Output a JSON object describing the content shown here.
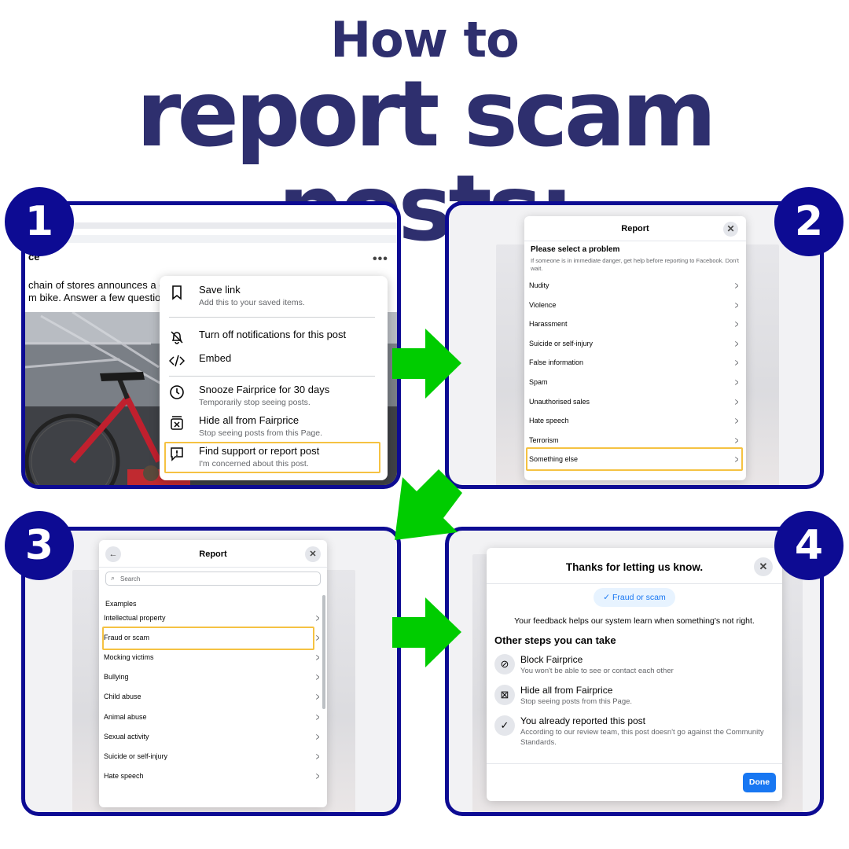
{
  "heading": {
    "line1": "How to",
    "line2": "report scam posts:"
  },
  "badges": [
    "1",
    "2",
    "3",
    "4"
  ],
  "colors": {
    "navy": "#0d0b93",
    "title": "#2e2f6e",
    "arrow": "#00cc00",
    "highlight": "#f5c242",
    "fb_blue": "#1877f2"
  },
  "step1": {
    "post_name_fragment": "ce",
    "post_text_line1": "chain of stores announces a c",
    "post_text_line2": "m bike. Answer a few questior",
    "menu": [
      {
        "label": "Save link",
        "sub": "Add this to your saved items.",
        "icon": "bookmark-icon"
      },
      {
        "label": "Turn off notifications for this post",
        "sub": "",
        "icon": "bell-off-icon"
      },
      {
        "label": "Embed",
        "sub": "",
        "icon": "code-icon"
      },
      {
        "label": "Snooze Fairprice for 30 days",
        "sub": "Temporarily stop seeing posts.",
        "icon": "clock-icon"
      },
      {
        "label": "Hide all from Fairprice",
        "sub": "Stop seeing posts from this Page.",
        "icon": "hide-box-icon"
      },
      {
        "label": "Find support or report post",
        "sub": "I'm concerned about this post.",
        "icon": "report-icon"
      }
    ]
  },
  "step2": {
    "title": "Report",
    "heading": "Please select a problem",
    "note": "If someone is in immediate danger, get help before reporting to Facebook. Don't wait.",
    "items": [
      "Nudity",
      "Violence",
      "Harassment",
      "Suicide or self-injury",
      "False information",
      "Spam",
      "Unauthorised sales",
      "Hate speech",
      "Terrorism",
      "Something else"
    ]
  },
  "step3": {
    "title": "Report",
    "search_placeholder": "Search",
    "section": "Examples",
    "items": [
      "Intellectual property",
      "Fraud or scam",
      "Mocking victims",
      "Bullying",
      "Child abuse",
      "Animal abuse",
      "Sexual activity",
      "Suicide or self-injury",
      "Hate speech"
    ]
  },
  "step4": {
    "title": "Thanks for letting us know.",
    "chip": "Fraud or scam",
    "feedback": "Your feedback helps our system learn when something's not right.",
    "other_steps": "Other steps you can take",
    "steps": [
      {
        "label": "Block Fairprice",
        "sub": "You won't be able to see or contact each other",
        "icon": "block-user-icon"
      },
      {
        "label": "Hide all from Fairprice",
        "sub": "Stop seeing posts from this Page.",
        "icon": "hide-box-icon"
      },
      {
        "label": "You already reported this post",
        "sub": "According to our review team, this post doesn't go against the Community Standards.",
        "icon": "check-icon"
      }
    ],
    "done": "Done"
  }
}
